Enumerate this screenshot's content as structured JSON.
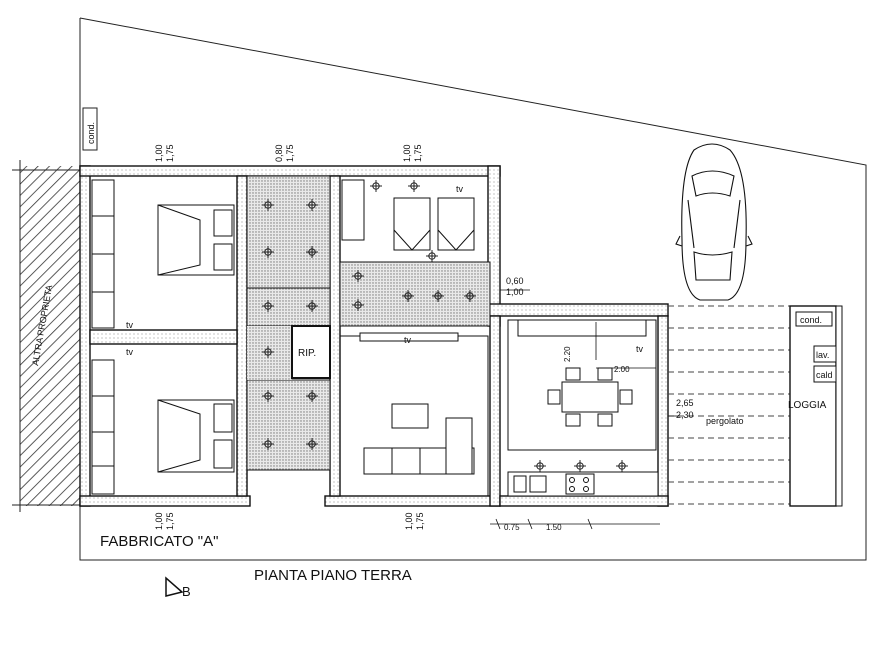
{
  "labels": {
    "building": "FABBRICATO \"A\"",
    "plan_title": "PIANTA PIANO TERRA",
    "section_mark": "B",
    "adjacent_property": "ALTRA PROPRIETA",
    "storage": "RIP.",
    "loggia": "LOGGIA",
    "pergola": "pergolato",
    "cond_top": "cond.",
    "cond_loggia": "cond.",
    "laundry": "lav.",
    "boiler": "cald",
    "tv1": "tv",
    "tv2": "tv",
    "tv3": "tv",
    "tv4": "tv",
    "tv5": "tv"
  },
  "dimensions": {
    "window_top_1": "1,00\n1,75",
    "window_top_2": "0,80\n1,75",
    "window_top_3": "1,00\n1,75",
    "window_bot_1": "1,00\n1,75",
    "window_bot_2": "1,00\n1,75",
    "side_window": "0,60\n1,00",
    "living_dim_v": "2.20",
    "living_dim_h": "2.00",
    "loggia_dim_a": "2,65",
    "loggia_dim_b": "2,30",
    "kitchen_dim_a": "0.75",
    "kitchen_dim_b": "1.50"
  }
}
